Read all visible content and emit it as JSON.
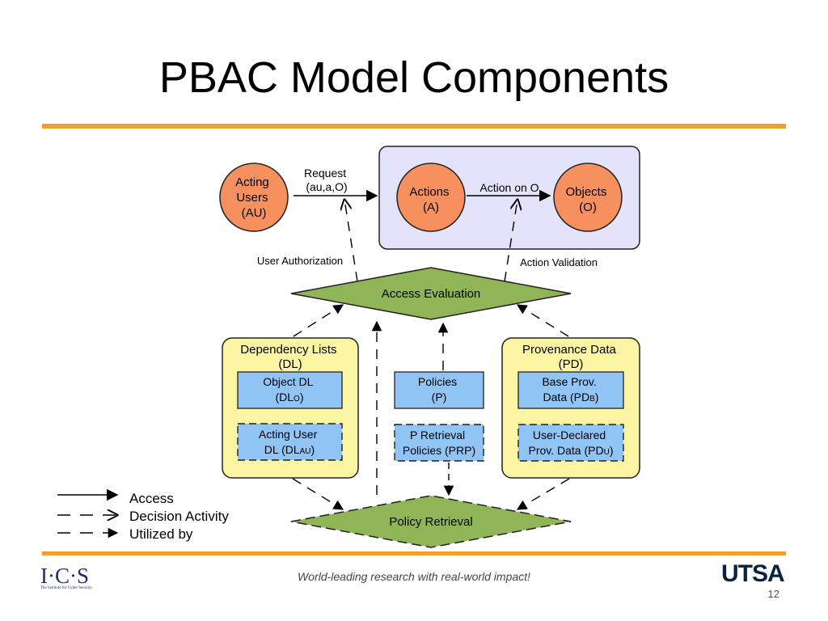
{
  "slide": {
    "title": "PBAC Model Components",
    "tagline": "World-leading research with real-world impact!",
    "page_number": "12",
    "rule_color": "#f2a02c"
  },
  "logos": {
    "ics": {
      "letters": "I·C·S",
      "subtitle": "The Institute for Cyber Security"
    },
    "utsa": {
      "text": "UTSA"
    }
  },
  "diagram": {
    "nodes": {
      "acting_users": {
        "lines": [
          "Acting",
          "Users",
          "(AU)"
        ]
      },
      "actions": {
        "lines": [
          "Actions",
          "(A)"
        ]
      },
      "objects": {
        "lines": [
          "Objects",
          "(O)"
        ]
      },
      "access_evaluation": {
        "label": "Access Evaluation"
      },
      "policy_retrieval": {
        "label": "Policy Retrieval"
      },
      "dependency_lists": {
        "title_lines": [
          "Dependency Lists",
          "(DL)"
        ],
        "object_dl": {
          "lines": [
            "Object DL",
            "(DL",
            "O",
            ")"
          ]
        },
        "acting_user_dl": {
          "lines": [
            "Acting User",
            "DL (DL",
            "AU",
            ")"
          ]
        }
      },
      "policies": {
        "lines": [
          "Policies",
          "(P)"
        ]
      },
      "p_retrieval_policies": {
        "lines": [
          "P Retrieval",
          "Policies (PRP)"
        ]
      },
      "provenance_data": {
        "title_lines": [
          "Provenance Data",
          "(PD)"
        ],
        "base_prov": {
          "lines": [
            "Base Prov.",
            "Data (PD",
            "B",
            ")"
          ]
        },
        "user_declared": {
          "lines": [
            "User-Declared",
            "Prov. Data (PD",
            "U",
            ")"
          ]
        }
      }
    },
    "edge_labels": {
      "request": [
        "Request",
        "(au,a,O)"
      ],
      "action_on_o": "Action on O",
      "user_authorization": "User Authorization",
      "action_validation": "Action Validation"
    },
    "legend": [
      {
        "style": "access",
        "label": "Access"
      },
      {
        "style": "decision",
        "label": "Decision Activity"
      },
      {
        "style": "utilized",
        "label": "Utilized by"
      }
    ],
    "colors": {
      "circle_fill": "#f6915f",
      "diamond_fill": "#8fb556",
      "group_fill": "#fcf6a4",
      "inner_box_fill": "#8fc4f4",
      "action_panel_fill": "#e3e3fb"
    }
  }
}
